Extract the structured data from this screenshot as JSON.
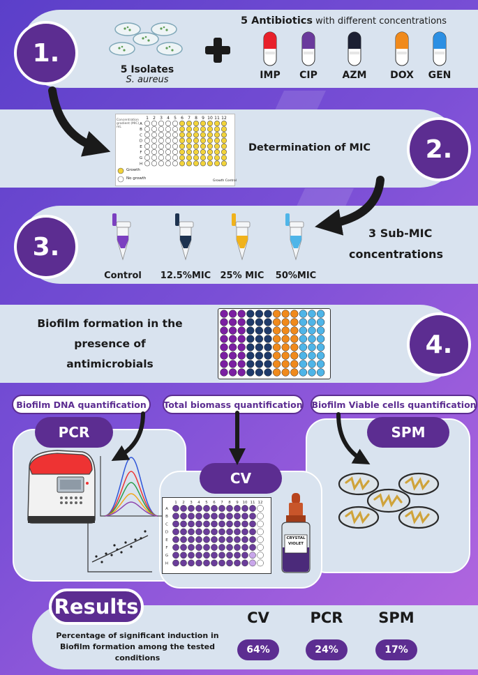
{
  "step1": {
    "number": "1.",
    "isolates_count": "5 Isolates",
    "isolates_species": "S. aureus",
    "antibiotics_bold": "5 Antibiotics",
    "antibiotics_rest": "with different concentrations",
    "antibiotics": [
      {
        "label": "IMP",
        "color": "#e8202a"
      },
      {
        "label": "CIP",
        "color": "#6a3a9c"
      },
      {
        "label": "AZM",
        "color": "#1c2033"
      },
      {
        "label": "DOX",
        "color": "#f08a1c"
      },
      {
        "label": "GEN",
        "color": "#2c8fe3"
      }
    ]
  },
  "step2": {
    "number": "2.",
    "title": "Determination of MIC",
    "plate_columns": [
      "1",
      "2",
      "3",
      "4",
      "5",
      "6",
      "7",
      "8",
      "9",
      "10",
      "11",
      "12"
    ],
    "plate_rows": [
      "A",
      "B",
      "C",
      "D",
      "E",
      "F",
      "G",
      "H"
    ],
    "plate_side_label": "Concentration gradient (MIC) mL",
    "legend_growth": "Growth",
    "legend_no_growth": "No growth",
    "growth_control": "Growth Control"
  },
  "step3": {
    "number": "3.",
    "title_line1": "3 Sub-MIC",
    "title_line2": "concentrations",
    "tubes": [
      {
        "label": "Control",
        "color": "#7b3fc0"
      },
      {
        "label": "12.5%MIC",
        "color": "#1e3350"
      },
      {
        "label": "25% MIC",
        "color": "#f0b21c"
      },
      {
        "label": "50%MIC",
        "color": "#4fb5e8"
      }
    ]
  },
  "step4": {
    "number": "4.",
    "line1": "Biofilm formation in the",
    "line2": "presence of",
    "line3": "antimicrobials"
  },
  "methods": {
    "dna_tag": "Biofilm DNA quantification",
    "biomass_tag": "Total biomass quantification",
    "viable_tag": "Biofilm Viable cells quantification",
    "pcr": "PCR",
    "cv": "CV",
    "spm": "SPM",
    "cv_plate_columns": [
      "1",
      "2",
      "3",
      "4",
      "5",
      "6",
      "7",
      "8",
      "9",
      "10",
      "11",
      "12"
    ],
    "cv_plate_rows": [
      "A",
      "B",
      "C",
      "D",
      "E",
      "F",
      "G",
      "H"
    ],
    "bottle_label_line1": "CRYSTAL",
    "bottle_label_line2": "VIOLET"
  },
  "results": {
    "title": "Results",
    "description_line1": "Percentage of significant induction in",
    "description_line2": "Biofilm formation among the tested",
    "description_line3": "conditions",
    "items": [
      {
        "method": "CV",
        "value": "64%"
      },
      {
        "method": "PCR",
        "value": "24%"
      },
      {
        "method": "SPM",
        "value": "17%"
      }
    ]
  },
  "colors": {
    "accent": "#5c2d91",
    "panel": "#d9e3ef"
  }
}
